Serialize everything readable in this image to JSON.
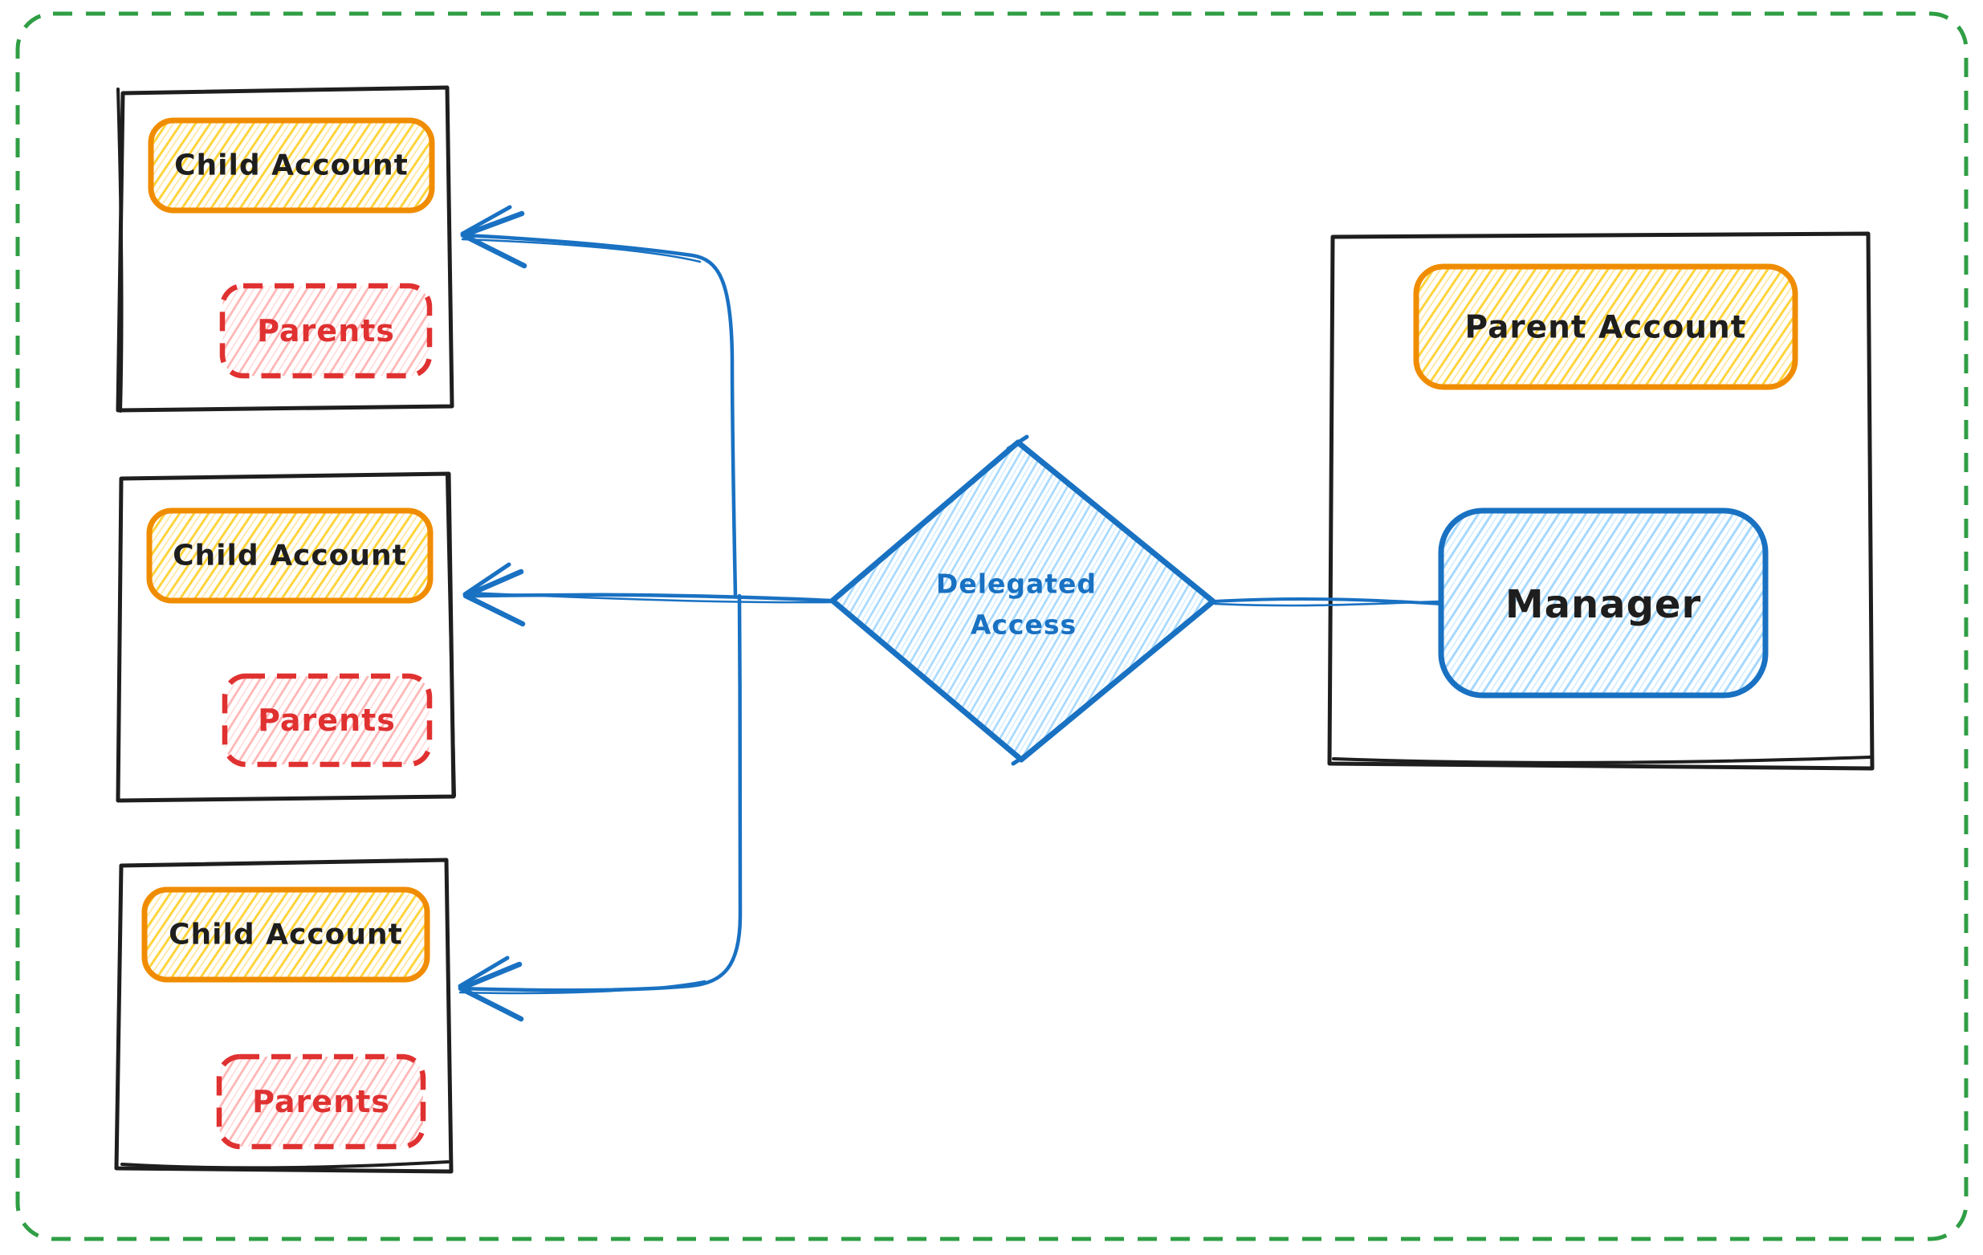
{
  "canvas": {
    "type": "whiteboard-diagram",
    "background": "#ffffff",
    "border_color": "#2f9e44",
    "border_style": "dashed-rounded"
  },
  "colors": {
    "frame_black": "#1e1e1e",
    "accent_orange": "#f08c00",
    "accent_red": "#e03131",
    "accent_blue": "#1971c2",
    "hatch_yellow": "#ffd43b",
    "hatch_pink": "#ffb6b6",
    "hatch_blue": "#a5d8ff",
    "canvas_border_green": "#2f9e44"
  },
  "nodes": {
    "child_accounts": [
      {
        "label": "Child Account",
        "badge": "Parents"
      },
      {
        "label": "Child Account",
        "badge": "Parents"
      },
      {
        "label": "Child Account",
        "badge": "Parents"
      }
    ],
    "decision": {
      "line1": "Delegated",
      "line2": "Access"
    },
    "parent_account": {
      "label": "Parent Account",
      "manager": "Manager"
    }
  },
  "edges": [
    {
      "from": "Manager",
      "to": "Delegated Access",
      "arrowhead": "none"
    },
    {
      "from": "Delegated Access",
      "to": "Child Account 1",
      "arrowhead": "left"
    },
    {
      "from": "Delegated Access",
      "to": "Child Account 2",
      "arrowhead": "left"
    },
    {
      "from": "Delegated Access",
      "to": "Child Account 3",
      "arrowhead": "left"
    }
  ]
}
